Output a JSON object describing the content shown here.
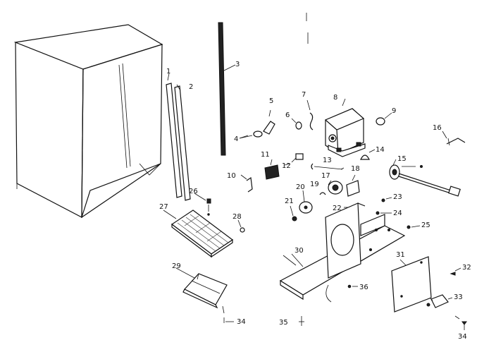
{
  "parts": {
    "p1": "1",
    "p2": "2",
    "p3": "3",
    "p4": "4",
    "p5": "5",
    "p6": "6",
    "p7": "7",
    "p8": "8",
    "p9": "9",
    "p10": "10",
    "p11": "11",
    "p12": "12",
    "p13": "13",
    "p14": "14",
    "p15": "15",
    "p16": "16",
    "p17": "17",
    "p18": "18",
    "p19": "19",
    "p20": "20",
    "p21": "21",
    "p22": "22",
    "p23": "23",
    "p24": "24",
    "p25": "25",
    "p26": "26",
    "p27": "27",
    "p28": "28",
    "p29": "29",
    "p30": "30",
    "p31": "31",
    "p32": "32",
    "p33": "33",
    "p34a": "34",
    "p34b": "34",
    "p35": "35",
    "p36": "36"
  }
}
